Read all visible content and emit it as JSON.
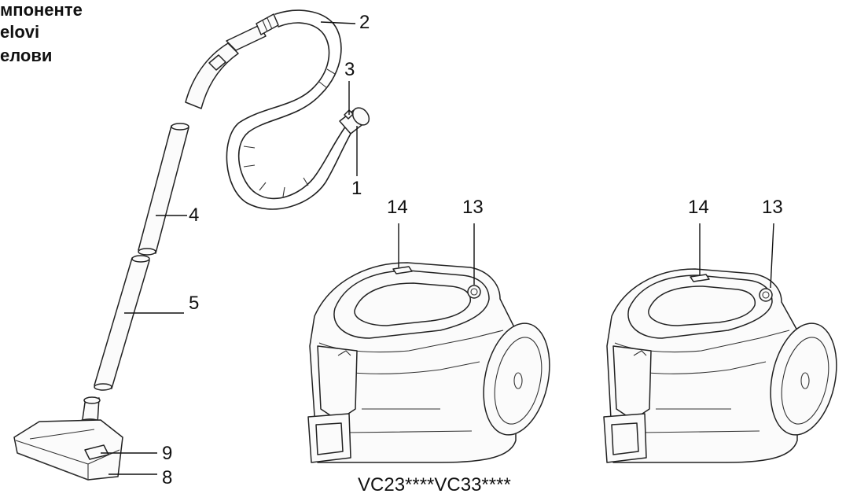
{
  "header_lines": [
    "мпоненте",
    "elovi",
    "елови"
  ],
  "labels": {
    "n1": "1",
    "n2": "2",
    "n3": "3",
    "n4": "4",
    "n5": "5",
    "n8": "8",
    "n9": "9",
    "n13a": "13",
    "n14a": "14",
    "n13b": "13",
    "n14b": "14"
  },
  "caption": "VC23****VC33****"
}
